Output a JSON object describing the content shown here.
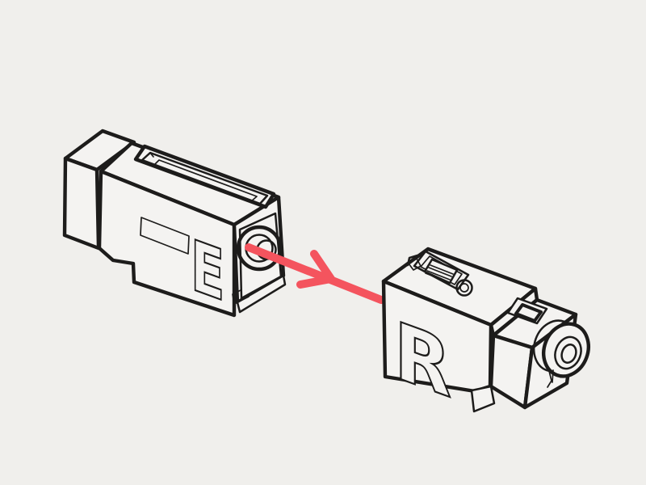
{
  "figure": {
    "type": "technical-illustration",
    "description": "Two isometric line-drawn connector modules; a red arrow beam travels from the emitter module lens to the receiver module",
    "emitter": {
      "label": "E"
    },
    "receiver": {
      "label": "R"
    },
    "beam": {
      "direction": "emitter-to-receiver",
      "style": "thick line with chevron arrowhead"
    },
    "colors": {
      "background": "#f0efec",
      "line_art": "#1d1c1b",
      "face": "#f4f3f1",
      "beam": "#f4545e"
    }
  }
}
